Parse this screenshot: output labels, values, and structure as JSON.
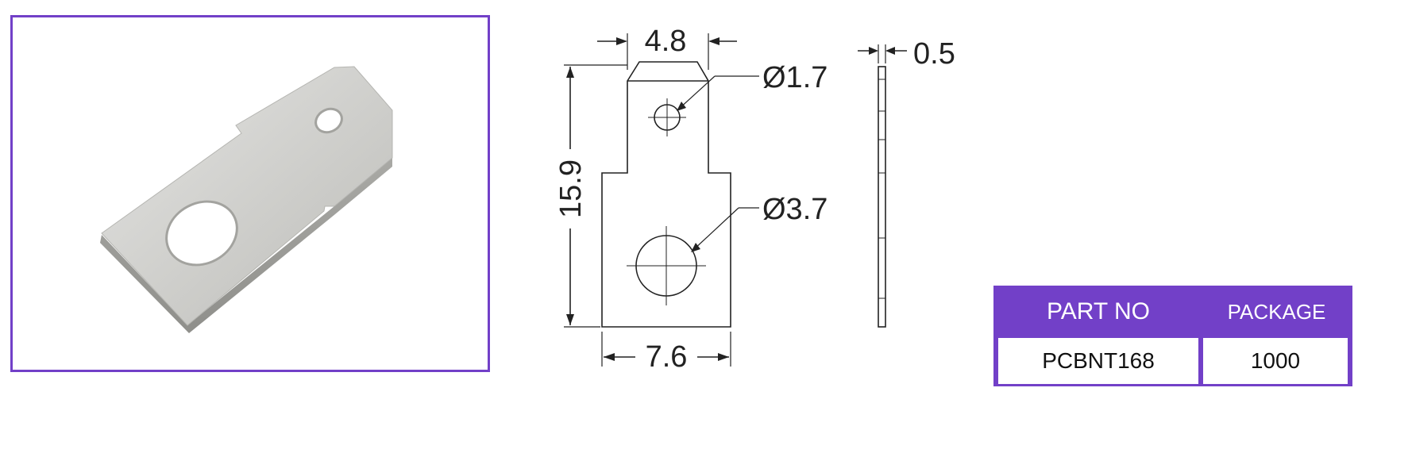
{
  "dimensions": {
    "tab_width": "4.8",
    "base_width": "7.6",
    "overall_length": "15.9",
    "thickness": "0.5",
    "small_hole": "Ø1.7",
    "large_hole": "Ø3.7"
  },
  "table": {
    "headers": [
      "PART NO",
      "PACKAGE"
    ],
    "rows": [
      [
        "PCBNT168",
        "1000"
      ]
    ]
  },
  "colors": {
    "accent": "#7240c8",
    "line": "#222222",
    "header_text": "#ffffff"
  }
}
